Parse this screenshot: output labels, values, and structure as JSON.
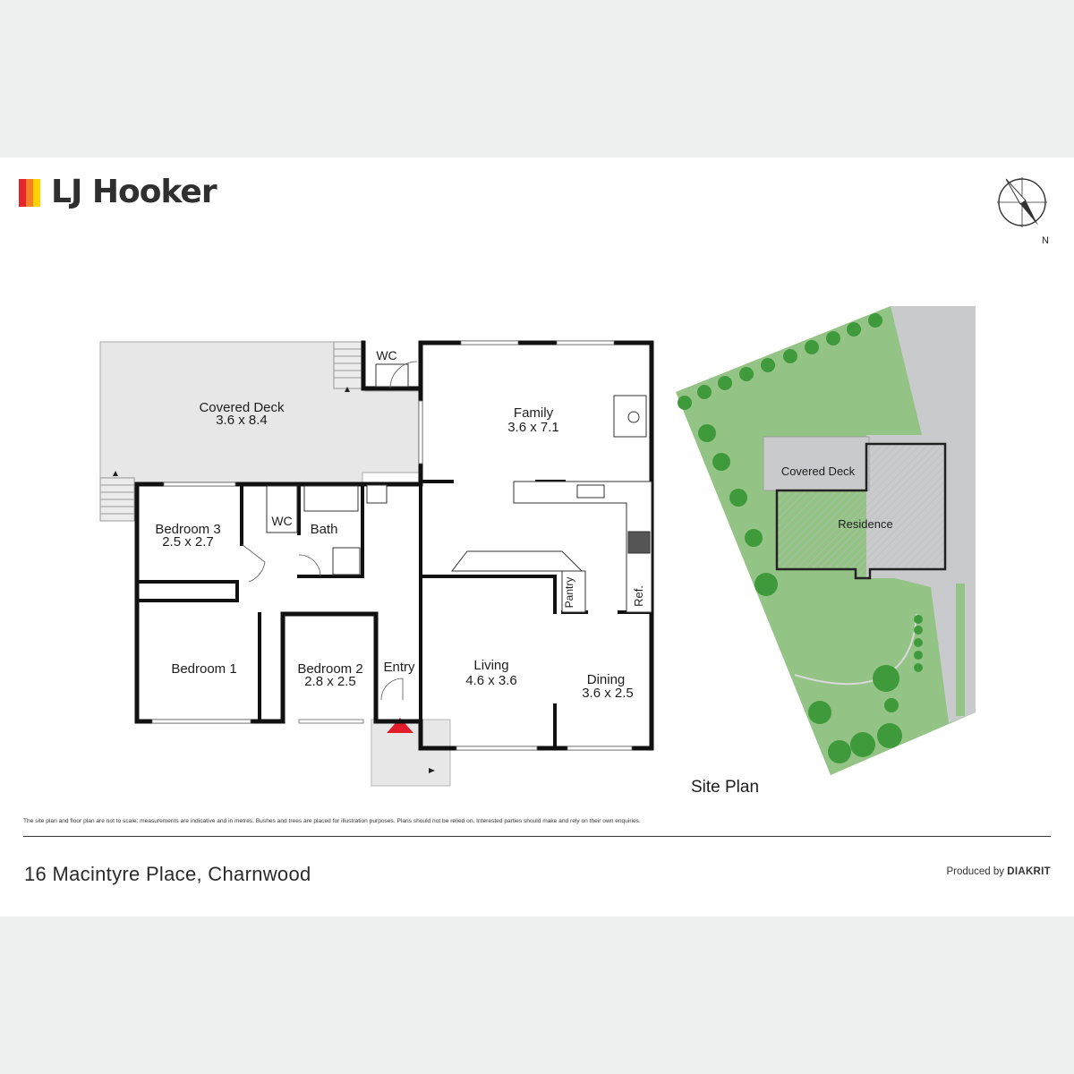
{
  "brand": {
    "name": "LJ Hooker",
    "bar_colors": [
      "#e8222f",
      "#f58025",
      "#ffd200"
    ]
  },
  "compass": {
    "label": "N"
  },
  "floor_plan": {
    "rooms": {
      "covered_deck": {
        "name": "Covered Deck",
        "size": "3.6 x 8.4"
      },
      "family": {
        "name": "Family",
        "size": "3.6 x 7.1"
      },
      "wc_top": {
        "name": "WC"
      },
      "bedroom3": {
        "name": "Bedroom 3",
        "size": "2.5 x 2.7"
      },
      "wc": {
        "name": "WC"
      },
      "bath": {
        "name": "Bath"
      },
      "pantry": {
        "name": "Pantry"
      },
      "ref": {
        "name": "Ref."
      },
      "bedroom1": {
        "name": "Bedroom 1"
      },
      "bedroom2": {
        "name": "Bedroom 2",
        "size": "2.8 x 2.5"
      },
      "entry": {
        "name": "Entry"
      },
      "living": {
        "name": "Living",
        "size": "4.6 x 3.6"
      },
      "dining": {
        "name": "Dining",
        "size": "3.6 x 2.5"
      }
    }
  },
  "site_plan": {
    "title": "Site Plan",
    "covered_deck": "Covered Deck",
    "residence": "Residence",
    "colors": {
      "lawn": "#94c386",
      "driveway": "#c9cacb",
      "tree": "#3f9a3c"
    }
  },
  "footer": {
    "disclaimer": "The site plan and floor plan are not to scale; measurements are indicative and in metres. Bushes and trees are placed for illustration purposes. Plans should not be relied on. Interested parties should make and rely on their own enquiries.",
    "address": "16 Macintyre Place, Charnwood",
    "produced_by_label": "Produced by",
    "producer": "DIAKRIT"
  }
}
